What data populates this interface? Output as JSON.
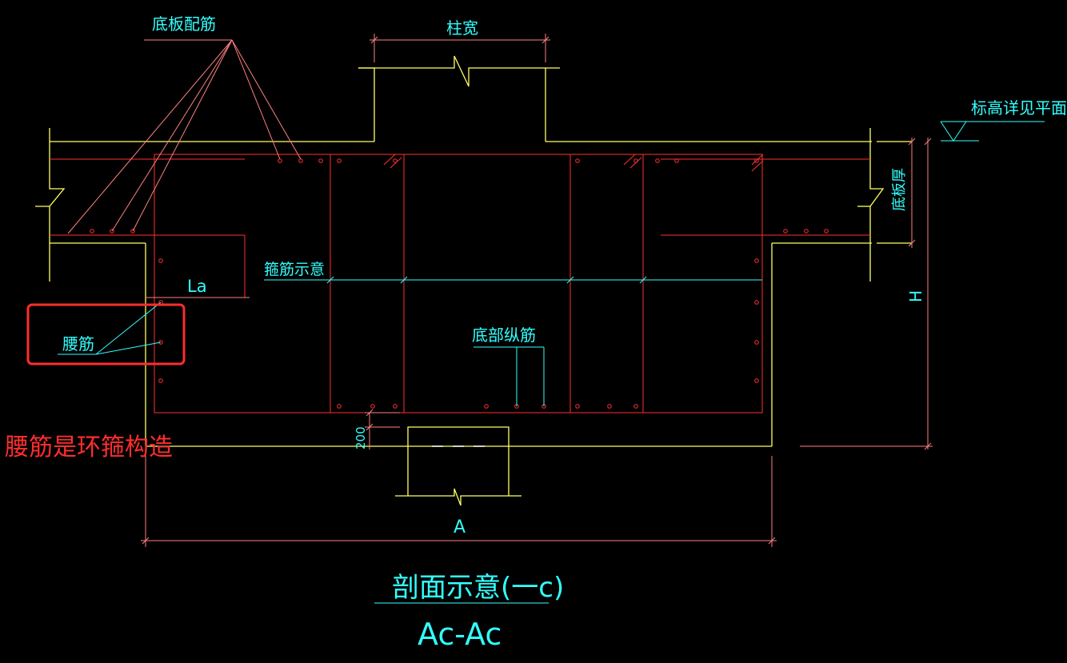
{
  "labels": {
    "bottom_slab_rebar": "底板配筋",
    "column_width": "柱宽",
    "elevation_note": "标高详见平面",
    "slab_thickness": "底板厚",
    "stirrup_note": "箍筋示意",
    "la": "La",
    "waist_rebar": "腰筋",
    "bottom_long_rebar": "底部纵筋",
    "dim_200": "200",
    "dim_h": "H",
    "dim_a": "A",
    "section_title": "剖面示意(一c)",
    "section_id": "Ac-Ac"
  },
  "annotation": {
    "note": "腰筋是环箍构造",
    "color": "#ff2d2d"
  },
  "colors": {
    "concrete_outline": "#ffff66",
    "rebar": "#ff3030",
    "dimension": "#ff8080",
    "text": "#33ffff",
    "white": "#ffffff"
  }
}
